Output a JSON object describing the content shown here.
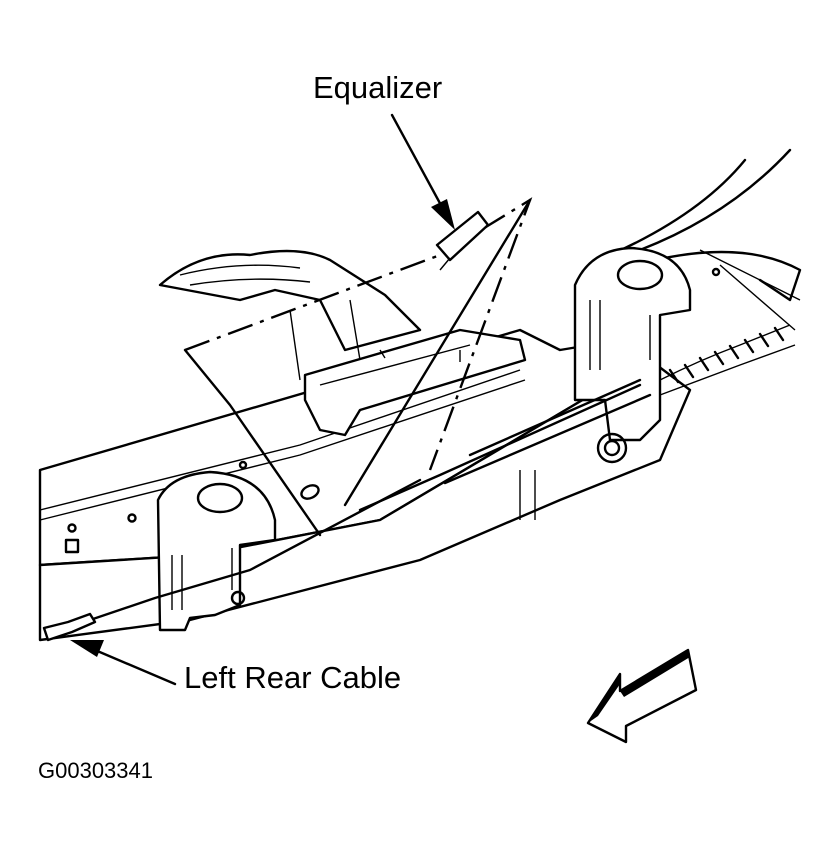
{
  "labels": {
    "equalizer": "Equalizer",
    "left_rear_cable": "Left Rear Cable",
    "figure_id": "G00303341"
  },
  "colors": {
    "line": "#000000",
    "background": "#ffffff"
  },
  "icons": [
    "direction-arrow-icon",
    "leader-arrow-icon"
  ]
}
